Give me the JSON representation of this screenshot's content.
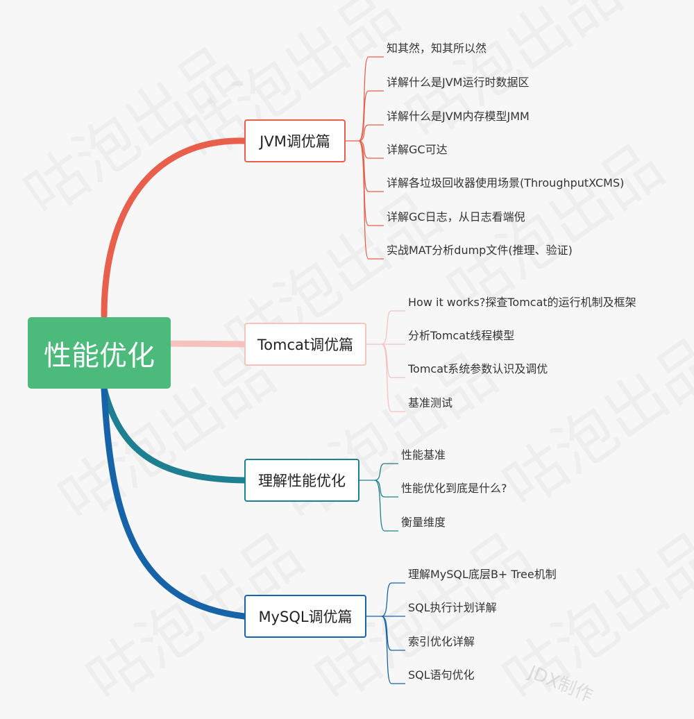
{
  "root": {
    "label": "性能优化",
    "color": "#4cba7b"
  },
  "branches": [
    {
      "label": "JVM调优篇",
      "color": "#e8604c",
      "leaves": [
        "知其然，知其所以然",
        "详解什么是JVM运行时数据区",
        "详解什么是JVM内存模型JMM",
        "详解GC可达",
        "详解各垃圾回收器使用场景(ThroughputXCMS)",
        "详解GC日志，从日志看端倪",
        "实战MAT分析dump文件(推理、验证)"
      ]
    },
    {
      "label": "Tomcat调优篇",
      "color": "#f6c2bd",
      "leaves": [
        "How it works?探查Tomcat的运行机制及框架",
        "分析Tomcat线程模型",
        "Tomcat系统参数认识及调优",
        "基准测试"
      ]
    },
    {
      "label": "理解性能优化",
      "color": "#1e7f91",
      "leaves": [
        "性能基准",
        "性能优化到底是什么?",
        "衡量维度"
      ]
    },
    {
      "label": "MySQL调优篇",
      "color": "#1763a8",
      "leaves": [
        "理解MySQL底层B+ Tree机制",
        "SQL执行计划详解",
        "索引优化详解",
        "SQL语句优化"
      ]
    }
  ],
  "watermark": {
    "text": "咕泡出品",
    "signature": "JDX制作"
  }
}
